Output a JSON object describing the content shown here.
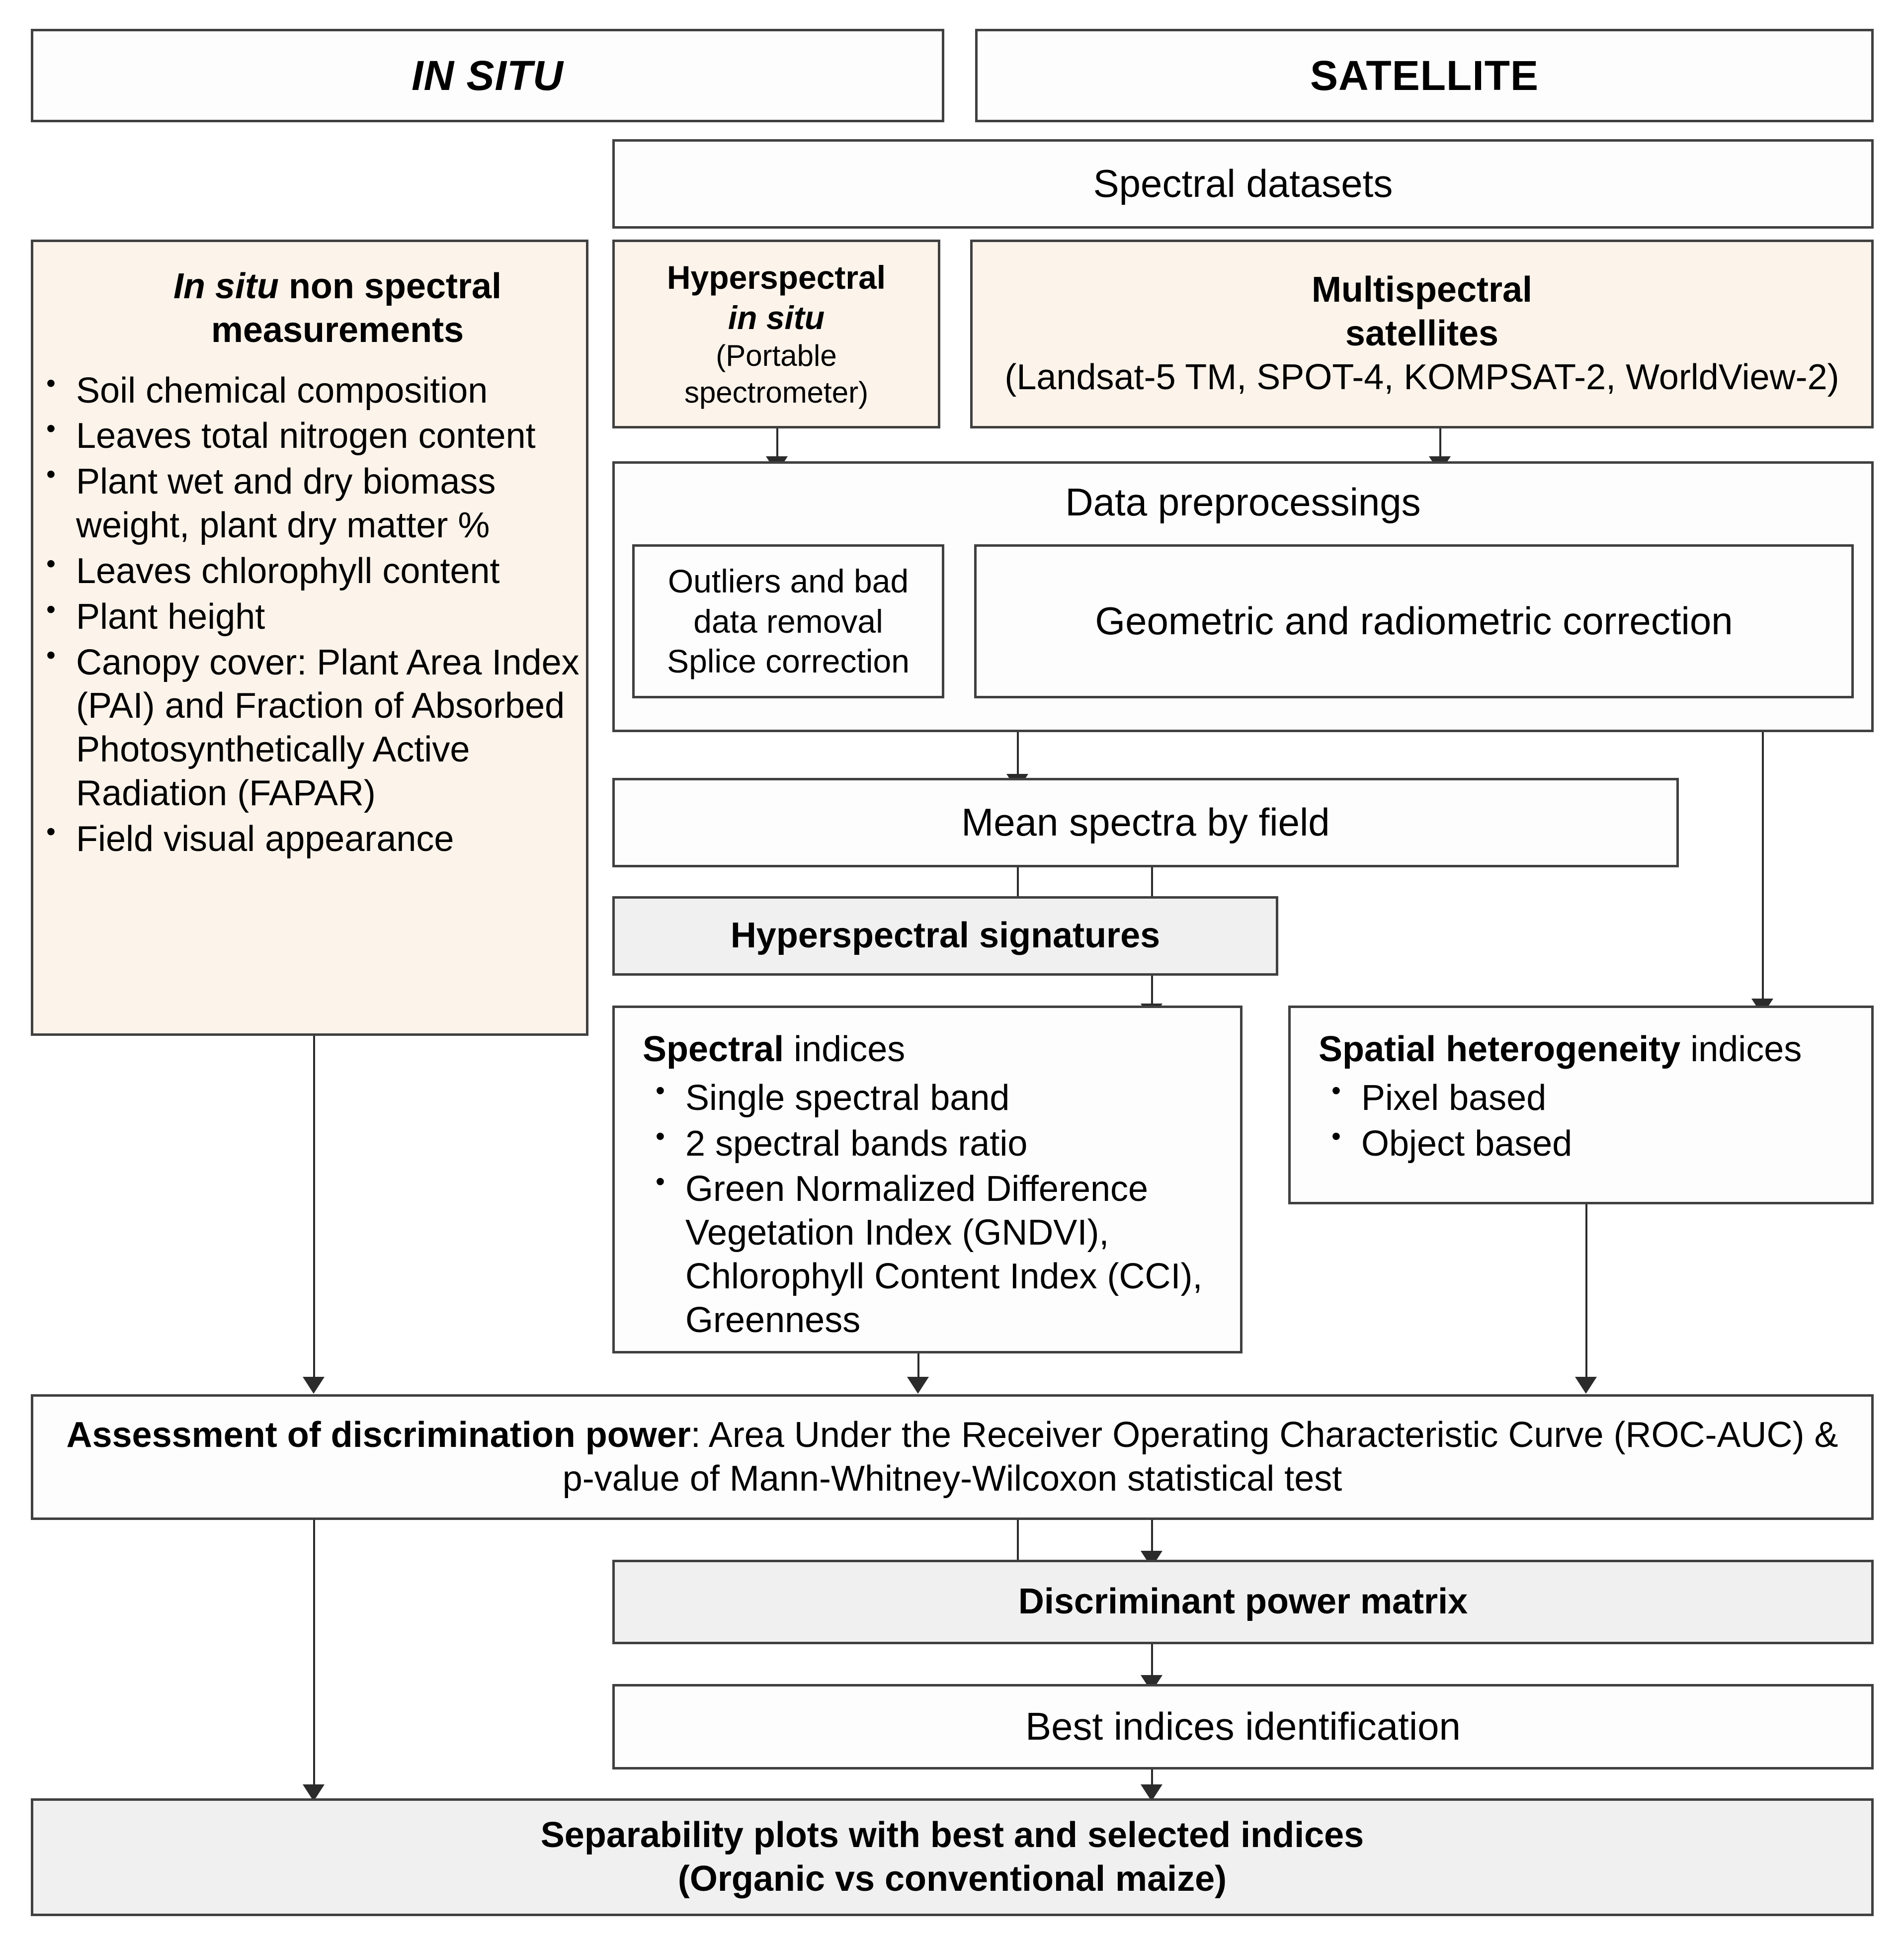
{
  "headers": {
    "in_situ": "IN SITU",
    "satellite": "SATELLITE"
  },
  "boxes": {
    "spectral_datasets": "Spectral datasets",
    "in_situ_measurements": {
      "title_italic": "In situ",
      "title_rest": " non spectral measurements",
      "bullets": [
        "Soil chemical composition",
        "Leaves total nitrogen content",
        "Plant wet and dry biomass weight, plant dry matter %",
        "Leaves chlorophyll content",
        "Plant height",
        "Canopy cover: Plant Area Index (PAI) and Fraction of Absorbed Photosynthetically Active Radiation (FAPAR)",
        "Field visual appearance"
      ]
    },
    "hyperspectral_in_situ": {
      "line1": "Hyperspectral",
      "line2": "in situ",
      "line3": "(Portable spectrometer)"
    },
    "multispectral_satellites": {
      "line1": "Multispectral",
      "line2": "satellites",
      "line3": "(Landsat-5 TM, SPOT-4, KOMPSAT-2, WorldView-2)"
    },
    "data_preprocessings": "Data preprocessings",
    "outliers_removal": "Outliers and bad data removal Splice correction",
    "outliers_removal_l1": "Outliers  and  bad",
    "outliers_removal_l2": "data removal",
    "outliers_removal_l3": "Splice correction",
    "geometric_correction": "Geometric and radiometric correction",
    "mean_spectra": "Mean spectra by field",
    "hyperspectral_signatures": "Hyperspectral signatures",
    "spectral_indices": {
      "title_bold": "Spectral",
      "title_rest": " indices",
      "bullets": [
        "Single spectral band",
        "2 spectral bands ratio",
        "Green Normalized Difference Vegetation Index (GNDVI), Chlorophyll Content Index (CCI), Greenness"
      ]
    },
    "spatial_heterogeneity": {
      "title_bold": "Spatial heterogeneity",
      "title_rest": " indices",
      "bullets": [
        "Pixel based",
        "Object based"
      ]
    },
    "assessment": {
      "bold_part": "Assessment of discrimination power",
      "rest_part": ": Area Under the Receiver Operating Characteristic Curve (ROC-AUC) & p-value of Mann-Whitney-Wilcoxon statistical test"
    },
    "discriminant_matrix": "Discriminant power matrix",
    "best_indices": "Best indices identification",
    "separability": {
      "line1": "Separability plots with best and selected indices",
      "line2": "(Organic vs conventional maize)"
    }
  },
  "colors": {
    "cream": "#fcf3ea",
    "gray": "#f0f0f0",
    "plain": "#fdfdfd",
    "border": "#404040",
    "arrow": "#2b2b2b"
  }
}
